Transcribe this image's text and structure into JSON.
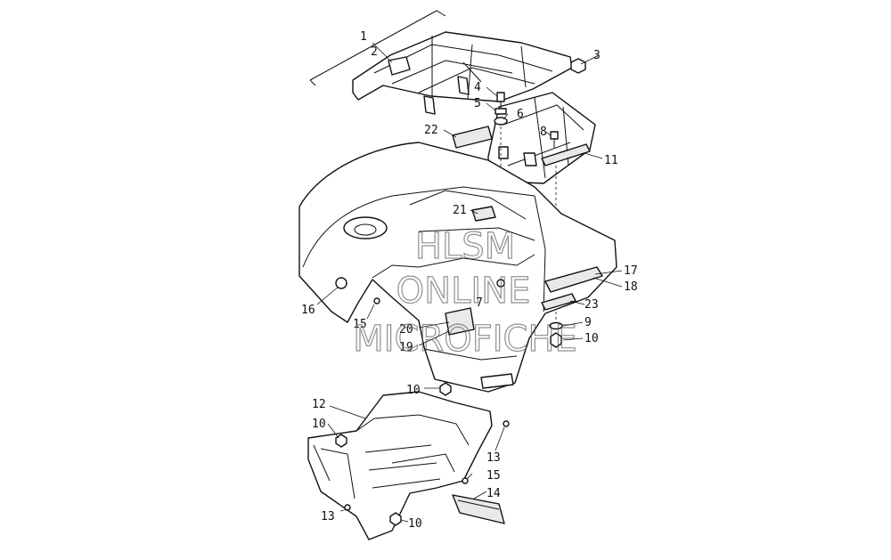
{
  "watermark": {
    "line1": "HLSM",
    "line2": "ONLINE",
    "line3": "MICROFICHE"
  },
  "callouts": {
    "c1": "1",
    "c2": "2",
    "c3": "3",
    "c4": "4",
    "c5": "5",
    "c6": "6",
    "c7": "7",
    "c8": "8",
    "c9": "9",
    "c10a": "10",
    "c10b": "10",
    "c10c": "10",
    "c10d": "10",
    "c11": "11",
    "c12": "12",
    "c13a": "13",
    "c13b": "13",
    "c14": "14",
    "c15a": "15",
    "c15b": "15",
    "c16": "16",
    "c17": "17",
    "c18": "18",
    "c19": "19",
    "c20": "20",
    "c21": "21",
    "c22": "22",
    "c23": "23"
  },
  "colors": {
    "line": "#111111",
    "background": "#ffffff",
    "watermark": "#555555"
  }
}
